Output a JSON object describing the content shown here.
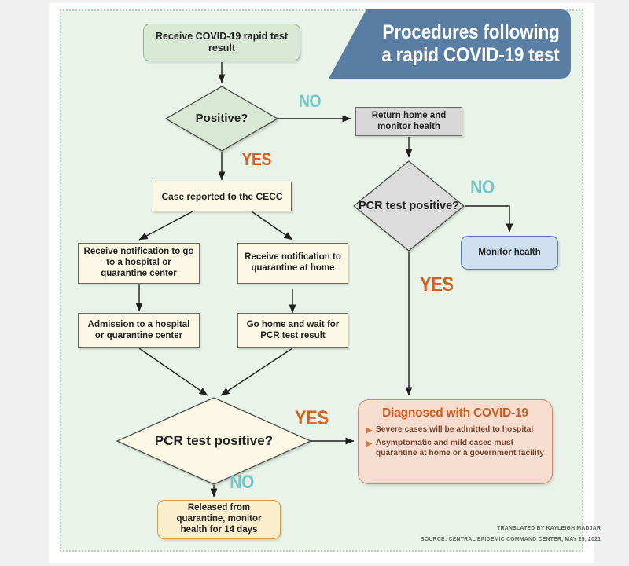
{
  "title": {
    "line1": "Procedures following",
    "line2": "a rapid COVID-19 test",
    "background_color": "#5a7ea3"
  },
  "nodes": {
    "start": "Receive COVID-19 rapid test result",
    "positive_decision": "Positive?",
    "case_reported": "Case reported to the CECC",
    "notify_hospital": "Receive notification to go to a hospital or quarantine center",
    "notify_home": "Receive notification to quarantine at home",
    "admission": "Admission to a hospital or quarantine center",
    "go_home_wait": "Go home and wait for PCR test result",
    "return_home": "Return home and monitor health",
    "pcr_decision_right": "PCR test positive?",
    "monitor_health": "Monitor health",
    "pcr_decision_bottom": "PCR test positive?",
    "released": "Released from quarantine, monitor health for 14 days"
  },
  "edge_labels": {
    "positive_no": "NO",
    "positive_yes": "YES",
    "pcr_right_no": "NO",
    "pcr_right_yes": "YES",
    "pcr_bottom_yes": "YES",
    "pcr_bottom_no": "NO"
  },
  "diagnosis": {
    "title": "Diagnosed with COVID-19",
    "bullet_glyph": "▶",
    "items": [
      "Severe cases will be admitted to hospital",
      "Asymptomatic and mild cases must quarantine at home or a government facility"
    ]
  },
  "credits": {
    "translator": "TRANSLATED BY KAYLEIGH MADJAR",
    "source": "SOURCE: CENTRAL EPIDEMIC COMMAND CENTER, MAY 25, 2021"
  },
  "colors": {
    "accent_yes": "#d4601f",
    "accent_no": "#72c8c8",
    "canvas": "#e9f3ea",
    "green_box": "#d9e8d4",
    "gray_box": "#d8d8d8",
    "cream_box": "#fbf8e6",
    "blue_box": "#cfe0f1",
    "tan_box": "#fbeecc",
    "diagnosis_box": "#f7ddcf"
  }
}
